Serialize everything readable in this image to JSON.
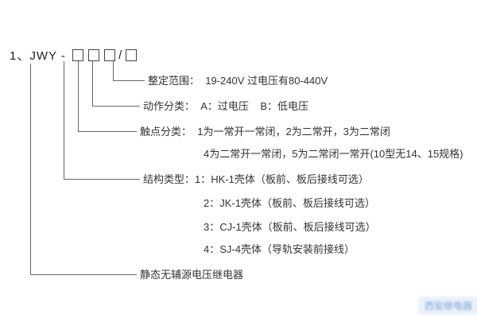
{
  "model_line": {
    "prefix": "1、JWY - ",
    "slash": "/"
  },
  "branches": {
    "setting_range": "整定范围：  19-240V 过电压有80-440V",
    "action_class": "动作分类：  A：过电压    B：低电压",
    "contact_class_line1": "触点分类：  1为一常开一常闭，2为二常开，3为二常闭",
    "contact_class_line2": "4为二常开一常闭，5为二常闭一常开(10型无14、15规格)",
    "structure_type_line1": "结构类型：1：HK-1壳体（板前、板后接线可选）",
    "structure_type_line2": "2：JK-1壳体（板前、板后接线可选）",
    "structure_type_line3": "3：CJ-1壳体（板前、板后接线可选）",
    "structure_type_line4": "4：SJ-4壳体（导轨安装前接线）",
    "base_name": "静态无辅源电压继电器"
  },
  "watermark": {
    "text": "西安继电器"
  },
  "colors": {
    "line": "#666666",
    "text": "#333333",
    "watermark_bg": "#e6f0fa",
    "watermark_text": "#6a95cf"
  }
}
